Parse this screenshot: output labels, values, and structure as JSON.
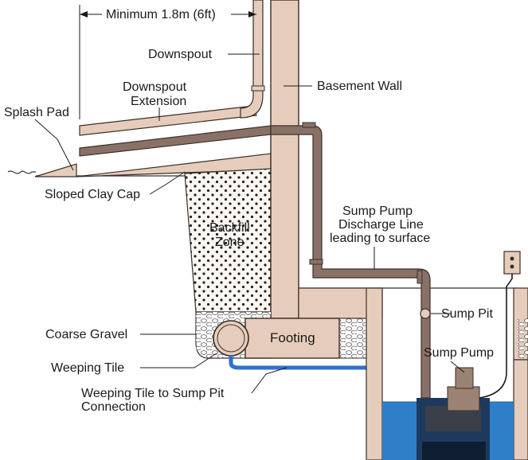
{
  "labels": {
    "minimum": "Minimum 1.8m (6ft)",
    "downspout": "Downspout",
    "downspout_extension_1": "Downspout",
    "downspout_extension_2": "Extension",
    "basement_wall": "Basement Wall",
    "splash_pad": "Splash Pad",
    "sloped_clay_cap": "Sloped Clay Cap",
    "backfill_1": "Backfill",
    "backfill_2": "Zone",
    "discharge_1": "Sump Pump",
    "discharge_2": "Discharge Line",
    "discharge_3": "leading to surface",
    "sump_pit": "Sump Pit",
    "sump_pump": "Sump Pump",
    "coarse_gravel": "Coarse Gravel",
    "footing": "Footing",
    "weeping_tile": "Weeping Tile",
    "connection_1": "Weeping Tile to Sump Pit",
    "connection_2": "Connection"
  },
  "colors": {
    "concrete": "#e6cdbb",
    "concrete_edge": "#3a2e28",
    "pipe": "#8a7167",
    "pipe_edge": "#3b2f2a",
    "water": "#2f7fc8",
    "weeping_line": "#2f6fd0",
    "pump": "#9c8273",
    "backfill": "#faf6f2"
  }
}
